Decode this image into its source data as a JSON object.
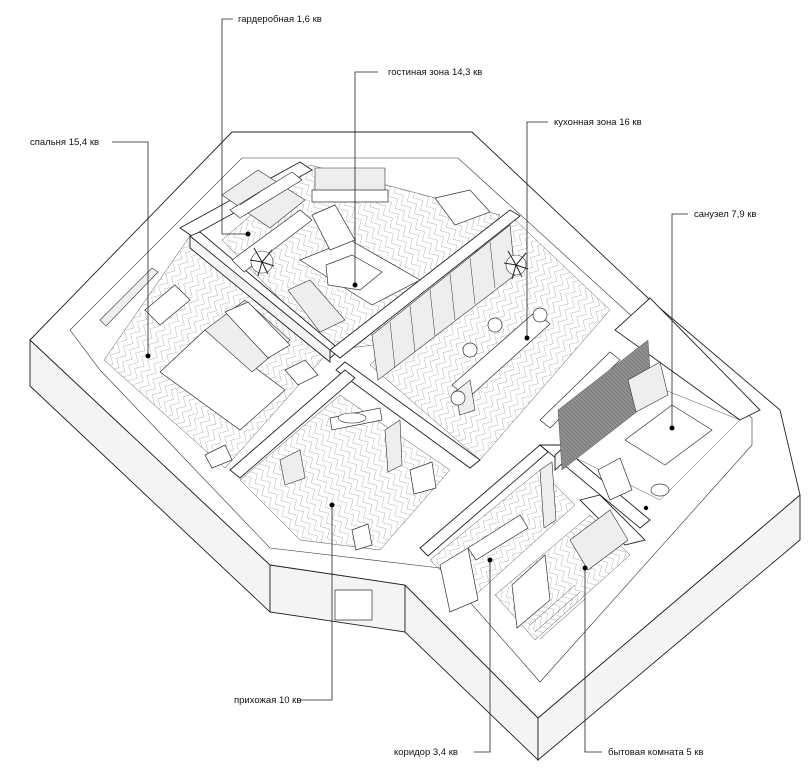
{
  "labels": {
    "wardrobe": "гардеробная 1,6 кв",
    "living": "гостиная зона 14,3 кв",
    "bedroom": "спальня 15,4 кв",
    "kitchen": "кухонная зона 16 кв",
    "bathroom": "санузел 7,9 кв",
    "hall": "прихожая 10 кв",
    "corridor": "коридор 3,4 кв",
    "utility": "бытовая комната 5 кв"
  }
}
